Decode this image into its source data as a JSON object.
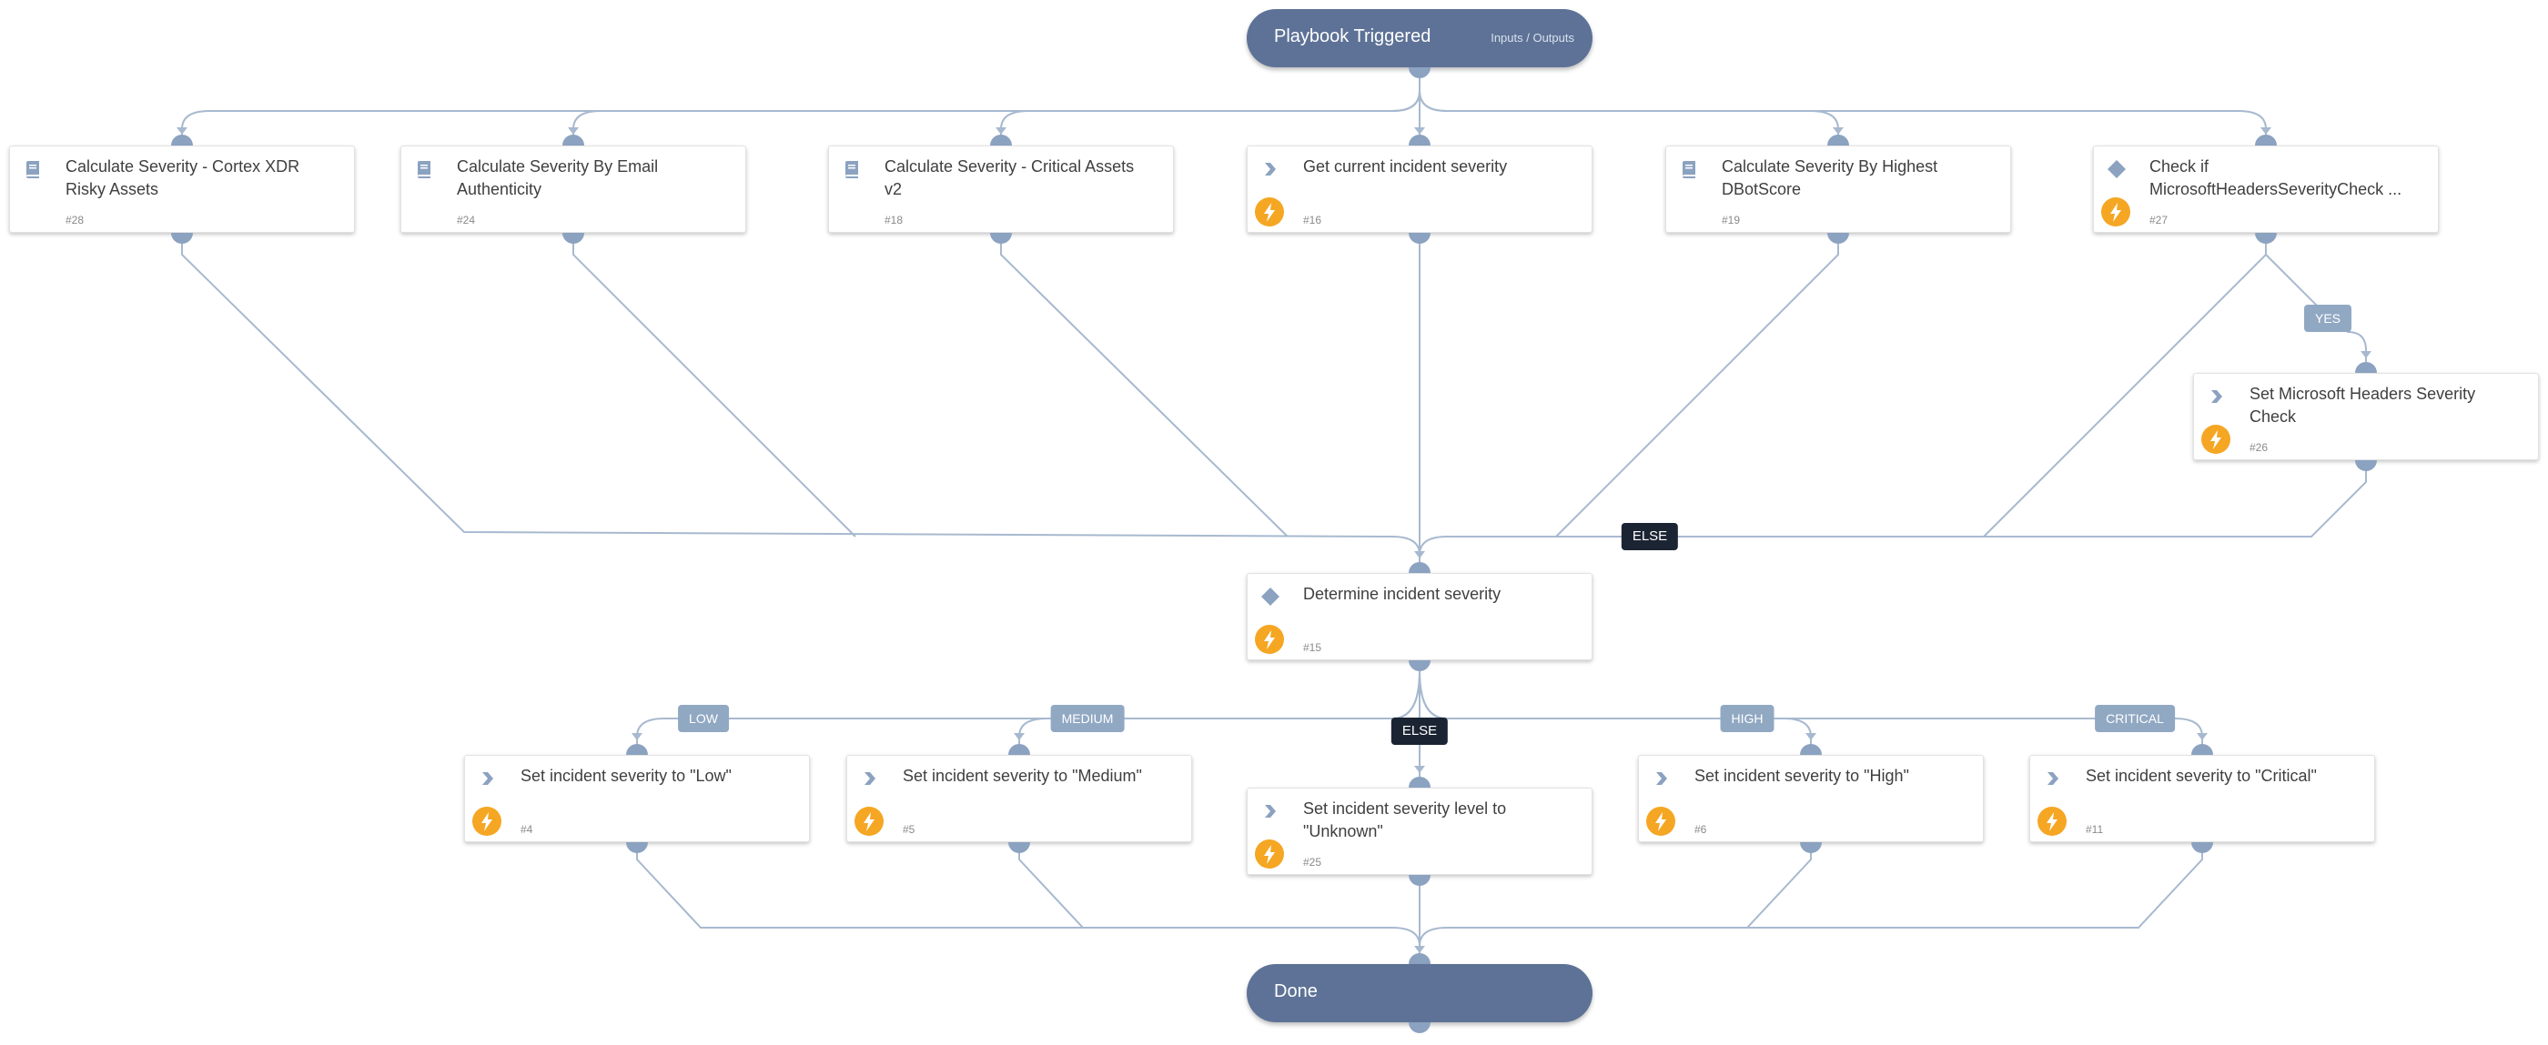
{
  "start": {
    "title": "Playbook Triggered",
    "link": "Inputs / Outputs"
  },
  "end": {
    "title": "Done"
  },
  "tasks": {
    "t28": {
      "title": "Calculate Severity - Cortex XDR Risky Assets",
      "num": "#28",
      "type": "sub-playbook"
    },
    "t24": {
      "title": "Calculate Severity By Email Authenticity",
      "num": "#24",
      "type": "sub-playbook"
    },
    "t18": {
      "title": "Calculate Severity - Critical Assets v2",
      "num": "#18",
      "type": "sub-playbook"
    },
    "t16": {
      "title": "Get current incident severity",
      "num": "#16",
      "type": "automation"
    },
    "t19": {
      "title": "Calculate Severity By Highest DBotScore",
      "num": "#19",
      "type": "sub-playbook"
    },
    "t27": {
      "title": "Check if MicrosoftHeadersSeverityCheck ...",
      "num": "#27",
      "type": "condition"
    },
    "t26": {
      "title": "Set Microsoft Headers Severity Check",
      "num": "#26",
      "type": "automation"
    },
    "t15": {
      "title": "Determine incident severity",
      "num": "#15",
      "type": "condition"
    },
    "t4": {
      "title": "Set incident severity to \"Low\"",
      "num": "#4",
      "type": "automation"
    },
    "t5": {
      "title": "Set incident severity to \"Medium\"",
      "num": "#5",
      "type": "automation"
    },
    "t25": {
      "title": "Set incident severity level to \"Unknown\"",
      "num": "#25",
      "type": "automation"
    },
    "t6": {
      "title": "Set incident severity to \"High\"",
      "num": "#6",
      "type": "automation"
    },
    "t11": {
      "title": "Set incident severity to \"Critical\"",
      "num": "#11",
      "type": "automation"
    }
  },
  "labels": {
    "yes": "YES",
    "else_top": "ELSE",
    "low": "LOW",
    "medium": "MEDIUM",
    "else_bottom": "ELSE",
    "high": "HIGH",
    "critical": "CRITICAL"
  },
  "colors": {
    "edge": "#a7b9cf",
    "port": "#8ba2c0",
    "pill": "#5d7296",
    "bolt": "#f5a623",
    "icon": "#8ba2c0",
    "else_label": "#1b2432",
    "cond_label": "#91a8c3"
  }
}
